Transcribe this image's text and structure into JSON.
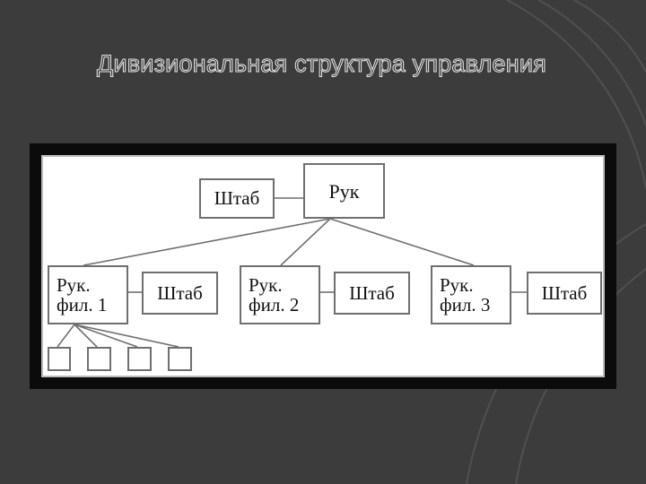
{
  "slide": {
    "title": "Дивизиональная структура управления"
  },
  "diagram": {
    "top": {
      "head": "Рук",
      "staff": "Штаб"
    },
    "branches": [
      {
        "head": "Рук.\nфил. 1",
        "staff": "Штаб"
      },
      {
        "head": "Рук.\nфил. 2",
        "staff": "Штаб"
      },
      {
        "head": "Рук.\nфил. 3",
        "staff": "Штаб"
      }
    ],
    "subunits_count": 4
  },
  "colors": {
    "background": "#3c3c3c",
    "frame": "#0b0b0b",
    "line": "#6f6f6f"
  }
}
